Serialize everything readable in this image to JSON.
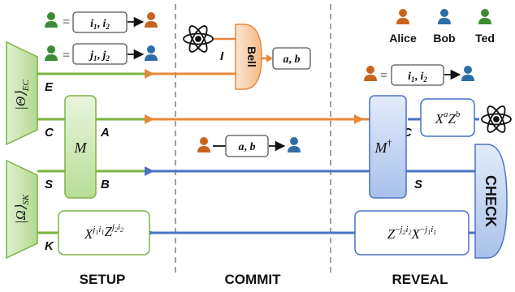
{
  "phases": {
    "setup": "SETUP",
    "commit": "COMMIT",
    "reveal": "REVEAL"
  },
  "legend": {
    "alice": "Alice",
    "bob": "Bob",
    "ted": "Ted"
  },
  "states": {
    "ec": "|Θ⟩",
    "ec_sub": "EC",
    "sk": "|Ω⟩",
    "sk_sub": "SK"
  },
  "wires": {
    "E": "E",
    "C_left": "C",
    "S_left": "S",
    "K": "K",
    "A": "A",
    "B": "B",
    "I": "I",
    "C_right": "C",
    "S_right": "S"
  },
  "gates": {
    "M": "M",
    "M_dagger": "M",
    "dagger": "†",
    "bell": "Bell",
    "check": "CHECK",
    "setup_op": {
      "X": "X",
      "j1": "j",
      "j1_sub": "1",
      "i1": "i",
      "i1_sub": "1",
      "Z": "Z",
      "j2": "j",
      "j2_sub": "2",
      "i2": "i",
      "i2_sub": "2"
    },
    "reveal_corr": {
      "X": "X",
      "a": "a",
      "Z": "Z",
      "b": "b"
    },
    "reveal_op": {
      "Z": "Z",
      "minus1": "−",
      "j2": "j",
      "j2_sub": "2",
      "i2": "i",
      "i2_sub": "2",
      "X": "X",
      "minus2": "−",
      "j1": "j",
      "j1_sub": "1",
      "i1": "i",
      "i1_sub": "1"
    }
  },
  "messages": {
    "ted_alice": {
      "eq": "=",
      "i1": "i",
      "i1_sub": "1",
      "comma": ", ",
      "i2": "i",
      "i2_sub": "2"
    },
    "ted_bob": {
      "eq": "=",
      "j1": "j",
      "j1_sub": "1",
      "comma": ", ",
      "j2": "j",
      "j2_sub": "2"
    },
    "bell_out": {
      "a": "a",
      "comma": ", ",
      "b": "b"
    },
    "commit_msg": {
      "a": "a",
      "comma": ", ",
      "b": "b"
    },
    "reveal_msg": {
      "eq": "=",
      "i1": "i",
      "i1_sub": "1",
      "comma": ", ",
      "i2": "i",
      "i2_sub": "2"
    }
  },
  "colors": {
    "green": "#7cb342",
    "orange": "#e8883a",
    "blue": "#4a72c4",
    "ted": "#3d8b37",
    "alice": "#c8641e",
    "bob": "#2e6ea6"
  }
}
